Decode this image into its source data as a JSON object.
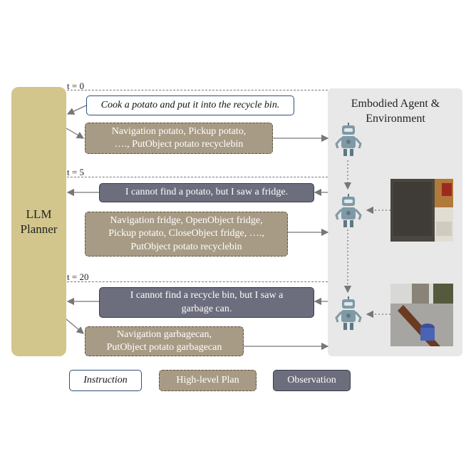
{
  "planner": {
    "label_line1": "LLM",
    "label_line2": "Planner"
  },
  "environment": {
    "title_line1": "Embodied Agent &",
    "title_line2": "Environment"
  },
  "timesteps": [
    {
      "label": "t = 0"
    },
    {
      "label": "t = 5"
    },
    {
      "label": "t = 20"
    }
  ],
  "messages": {
    "instruction": "Cook a potato and put it into the recycle bin.",
    "plan1_line1": "Navigation potato, Pickup potato,",
    "plan1_line2": "…., PutObject potato recyclebin",
    "obs1": "I cannot find a potato, but I saw a fridge.",
    "plan2_line1": "Navigation fridge, OpenObject fridge,",
    "plan2_line2": "Pickup potato, CloseObject fridge, ….,",
    "plan2_line3": "PutObject potato recyclebin",
    "obs2_line1": "I cannot find a recycle bin, but I saw a",
    "obs2_line2": "garbage can.",
    "plan3_line1": "Navigation garbagecan,",
    "plan3_line2": "PutObject potato garbagecan"
  },
  "legend": {
    "instruction": "Instruction",
    "plan": "High-level Plan",
    "observation": "Observation"
  },
  "colors": {
    "planner": "#d2c68d",
    "plan": "#a89b85",
    "observation": "#6c6d7d",
    "instruction_border": "#2f4f7a",
    "robot": "#7f9aa6"
  },
  "icons": [
    "robot-icon",
    "scene-image"
  ]
}
